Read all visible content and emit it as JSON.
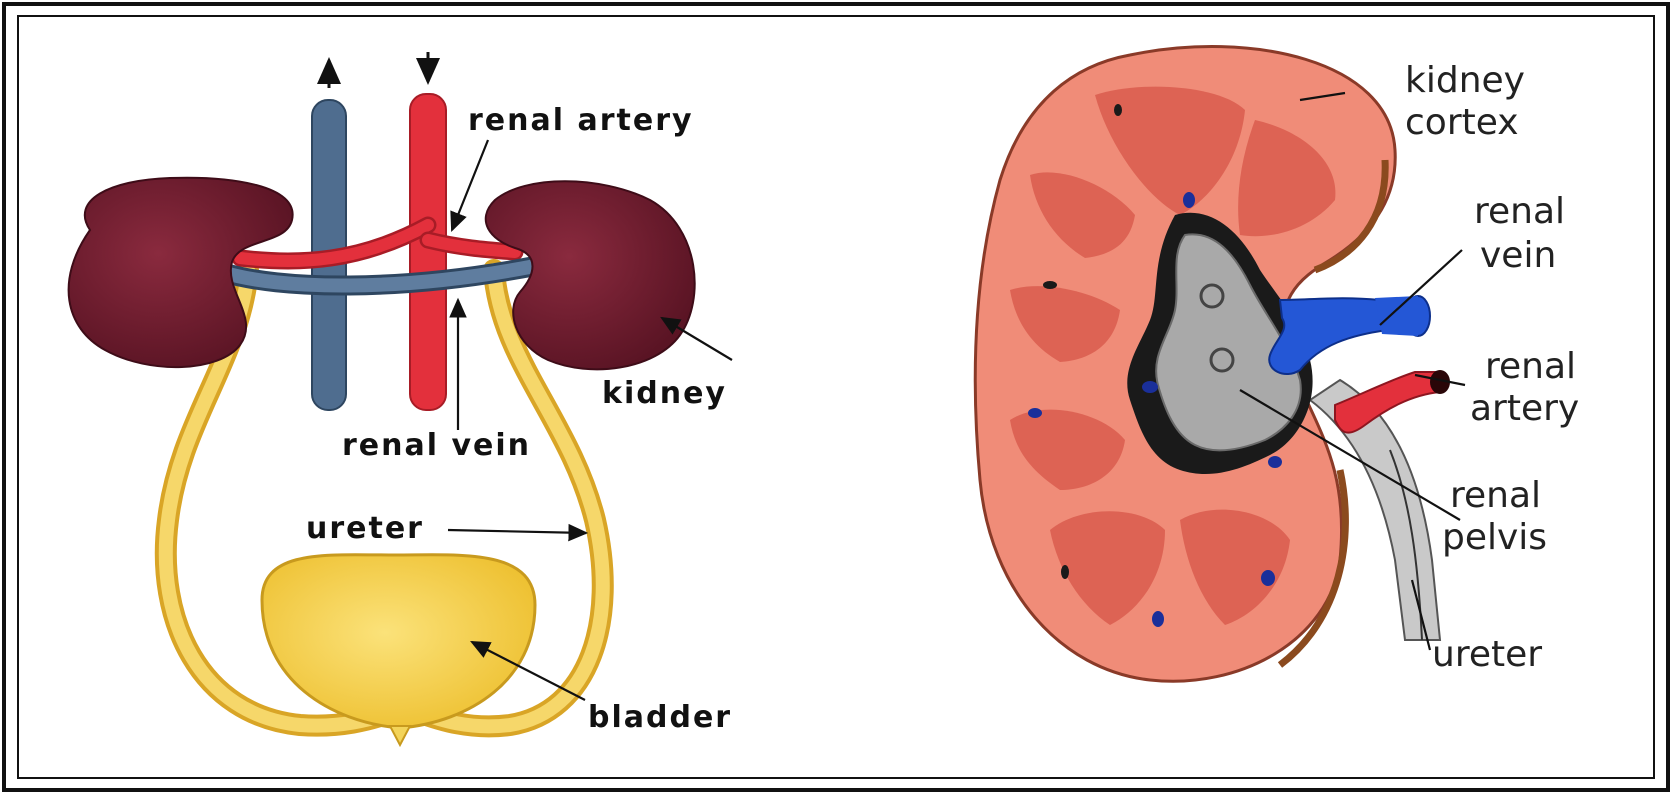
{
  "left_panel": {
    "labels": {
      "renal_artery": "renal artery",
      "kidney": "kidney",
      "renal_vein": "renal vein",
      "ureter": "ureter",
      "bladder": "bladder"
    }
  },
  "right_panel": {
    "labels": {
      "kidney_cortex_1": "kidney",
      "kidney_cortex_2": "cortex",
      "renal_vein_1": "renal",
      "renal_vein_2": "vein",
      "renal_artery_1": "renal",
      "renal_artery_2": "artery",
      "renal_pelvis_1": "renal",
      "renal_pelvis_2": "pelvis",
      "ureter": "ureter"
    }
  },
  "colors": {
    "kidney": "#6b1a2c",
    "artery": "#e8303c",
    "vein": "#4a6a8a",
    "ureter": "#f2c94c",
    "bladder": "#f4d14a",
    "cortex": "#f08c78",
    "pelvis": "#a8a8a8",
    "right_vein": "#2255d4"
  }
}
